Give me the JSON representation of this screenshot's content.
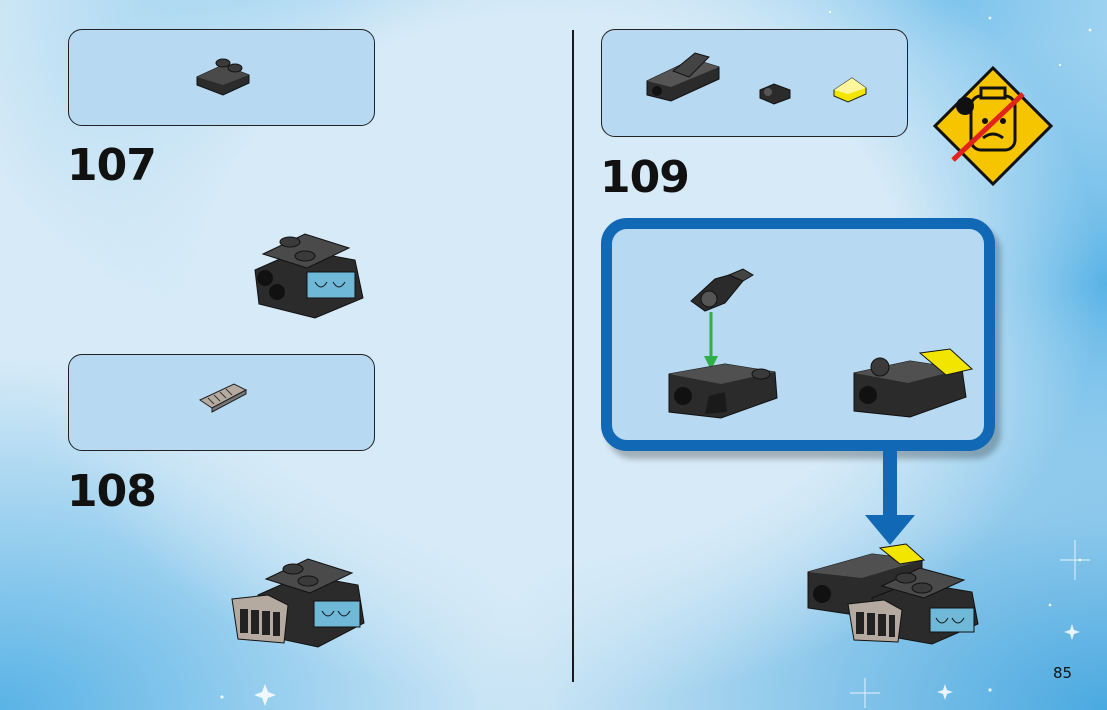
{
  "steps": [
    {
      "number": "107"
    },
    {
      "number": "108"
    },
    {
      "number": "109"
    }
  ],
  "page": {
    "number": "85"
  },
  "icons": {
    "warning": "no-mouth-choking-hazard-icon",
    "arrow": "down-arrow-icon"
  },
  "colors": {
    "parts_box_fill": "#b7daf2",
    "subassembly_border": "#1168b4",
    "warning_yellow": "#f7c400",
    "brick_dark": "#2b2b2b",
    "brick_blue": "#6fb8d8",
    "brick_yellow": "#f2e500",
    "arrow_green": "#2fae4a"
  }
}
